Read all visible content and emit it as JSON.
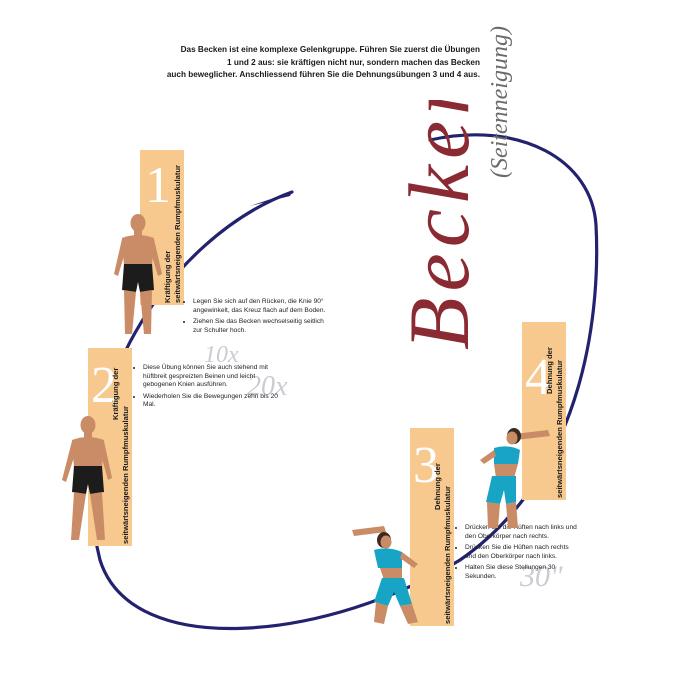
{
  "intro": {
    "line1": "Das Becken ist eine komplexe Gelenkgruppe. Führen Sie zuerst die Übungen",
    "line2": "1 und 2 aus: sie kräftigen nicht nur, sondern machen das Becken",
    "line3": "auch beweglicher. Anschliessend führen Sie die Dehnungsübungen 3 und 4 aus."
  },
  "title": "Becken",
  "subtitle": "(Seitenneigung)",
  "exercises": [
    {
      "number": "1",
      "heading_line1": "Kräftigung der",
      "heading_line2": "seitwärtsneigenden Rumpfmuskulatur",
      "bullets": [
        "Legen Sie sich auf den Rücken, die Knie 90° angewinkelt, das Kreuz flach auf dem Boden.",
        "Ziehen Sie das Becken wechselseitig seitlich zur Schulter hoch."
      ],
      "reps": "10x"
    },
    {
      "number": "2",
      "heading_line1": "Kräftigung der",
      "heading_line2": "seitwärtsneigenden Rumpfmuskulatur",
      "bullets": [
        "Diese Übung können Sie auch stehend mit hüftbreit gespreizten Beinen und leicht gebogenen Knien ausführen.",
        "Wiederholen Sie die Bewegungen zehn bis 20 Mal."
      ],
      "reps": "20x"
    },
    {
      "number": "3",
      "heading_line1": "Dehnung der",
      "heading_line2": "seitwärtsneigenden Rumpfmuskulatur",
      "bullets": [
        "Drücken Sie die Hüften nach links und den Oberkörper nach rechts.",
        "Drücken Sie die Hüften nach rechts und den Oberkörper nach links.",
        "Halten Sie diese Stellungen 30 Sekunden."
      ],
      "reps": "30\""
    },
    {
      "number": "4",
      "heading_line1": "Dehnung der",
      "heading_line2": "seitwärtsneigenden Rumpfmuskulatur"
    }
  ],
  "colors": {
    "accent_red": "#8a2a33",
    "panel_peach": "#f7c98f",
    "swoosh_navy": "#22226e",
    "reps_gray": "#c9ccd2",
    "skin": "#c98c66",
    "shorts_black": "#1c1c1c",
    "outfit_teal": "#18a4c4"
  }
}
